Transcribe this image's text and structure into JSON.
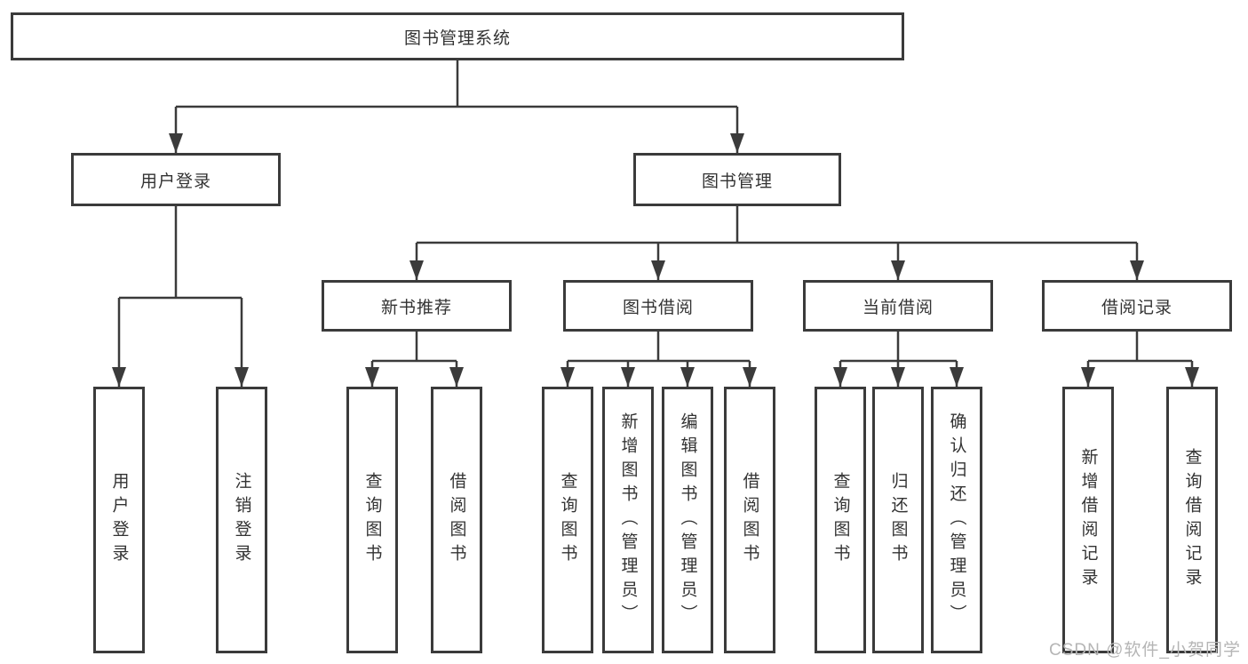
{
  "tree": {
    "root": {
      "label": "图书管理系统"
    },
    "branches": [
      {
        "label": "用户登录",
        "children": [
          {
            "label": "用户登录"
          },
          {
            "label": "注销登录"
          }
        ]
      },
      {
        "label": "图书管理",
        "children": [
          {
            "label": "新书推荐",
            "children": [
              {
                "label": "查询图书"
              },
              {
                "label": "借阅图书"
              }
            ]
          },
          {
            "label": "图书借阅",
            "children": [
              {
                "label": "查询图书"
              },
              {
                "label": "新增图书（管理员）"
              },
              {
                "label": "编辑图书（管理员）"
              },
              {
                "label": "借阅图书"
              }
            ]
          },
          {
            "label": "当前借阅",
            "children": [
              {
                "label": "查询图书"
              },
              {
                "label": "归还图书"
              },
              {
                "label": "确认归还（管理员）"
              }
            ]
          },
          {
            "label": "借阅记录",
            "children": [
              {
                "label": "新增借阅记录"
              },
              {
                "label": "查询借阅记录"
              }
            ]
          }
        ]
      }
    ]
  },
  "watermark": {
    "text": "CSDN @软件_小贺同学"
  },
  "colors": {
    "line": "#3b3b3b",
    "box_fill": "#ffffff",
    "text": "#333333",
    "watermark": "#b5b5b5"
  }
}
